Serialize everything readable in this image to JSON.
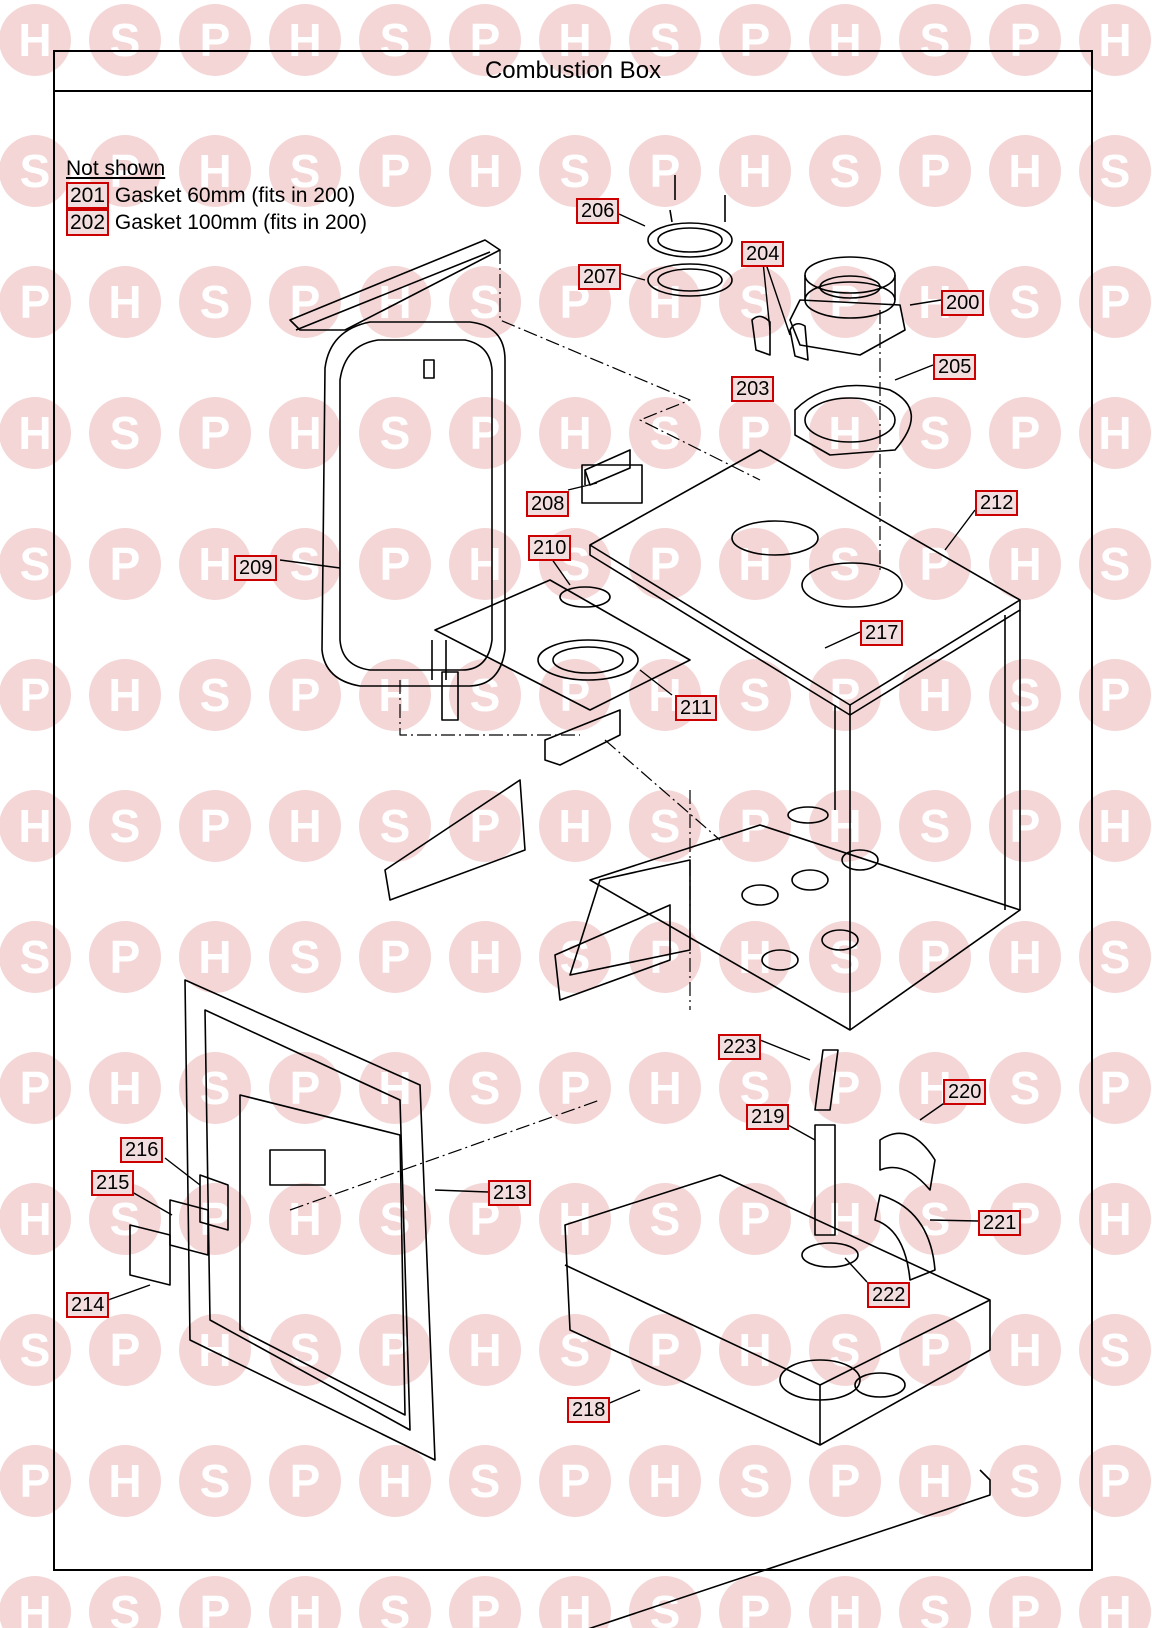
{
  "title": "Combustion Box",
  "not_shown": {
    "heading": "Not shown",
    "items": [
      {
        "code": "201",
        "desc": "Gasket 60mm (fits in 200)"
      },
      {
        "code": "202",
        "desc": "Gasket 100mm (fits in 200)"
      }
    ]
  },
  "watermark": {
    "letters": [
      "H",
      "S",
      "P"
    ],
    "color": "#f4d6d6"
  },
  "parts": {
    "p200": "200",
    "p203": "203",
    "p204": "204",
    "p205": "205",
    "p206": "206",
    "p207": "207",
    "p208": "208",
    "p209": "209",
    "p210": "210",
    "p211": "211",
    "p212": "212",
    "p213": "213",
    "p214": "214",
    "p215": "215",
    "p216": "216",
    "p217": "217",
    "p218": "218",
    "p219": "219",
    "p220": "220",
    "p221": "221",
    "p222": "222",
    "p223": "223"
  },
  "colors": {
    "label_border": "#cc0000",
    "label_fill": "#f2dede",
    "line": "#000000"
  }
}
